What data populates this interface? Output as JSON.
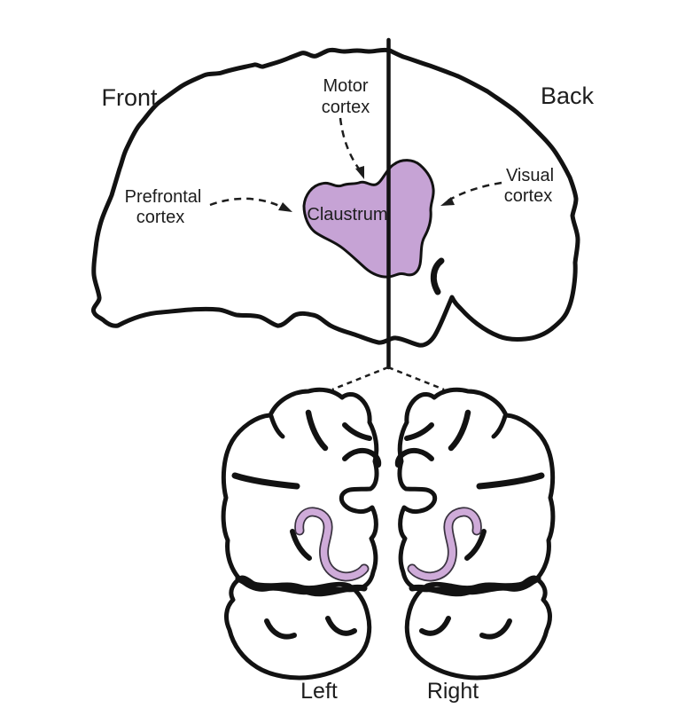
{
  "figure": {
    "type": "anatomical-diagram",
    "subject": "Location of the claustrum in the human brain (side view and coronal section)"
  },
  "colors": {
    "background": "#FFFFFF",
    "brain_fill": "#FBE3C2",
    "outline": "#121212",
    "claustrum_region_fill": "#C6A3D5",
    "claustrum_strip_fill": "#CFABD9",
    "claustrum_strip_outline": "#3A3340",
    "text": "#1D1D1D"
  },
  "sagittal": {
    "front_label": "Front",
    "back_label": "Back",
    "claustrum": {
      "label": "Claustrum"
    },
    "annotations": [
      {
        "id": "motor-cortex",
        "line1": "Motor",
        "line2": "cortex"
      },
      {
        "id": "prefrontal-cortex",
        "line1": "Prefrontal",
        "line2": "cortex"
      },
      {
        "id": "visual-cortex",
        "line1": "Visual",
        "line2": "cortex"
      }
    ]
  },
  "coronal": {
    "left_label": "Left",
    "right_label": "Right"
  }
}
